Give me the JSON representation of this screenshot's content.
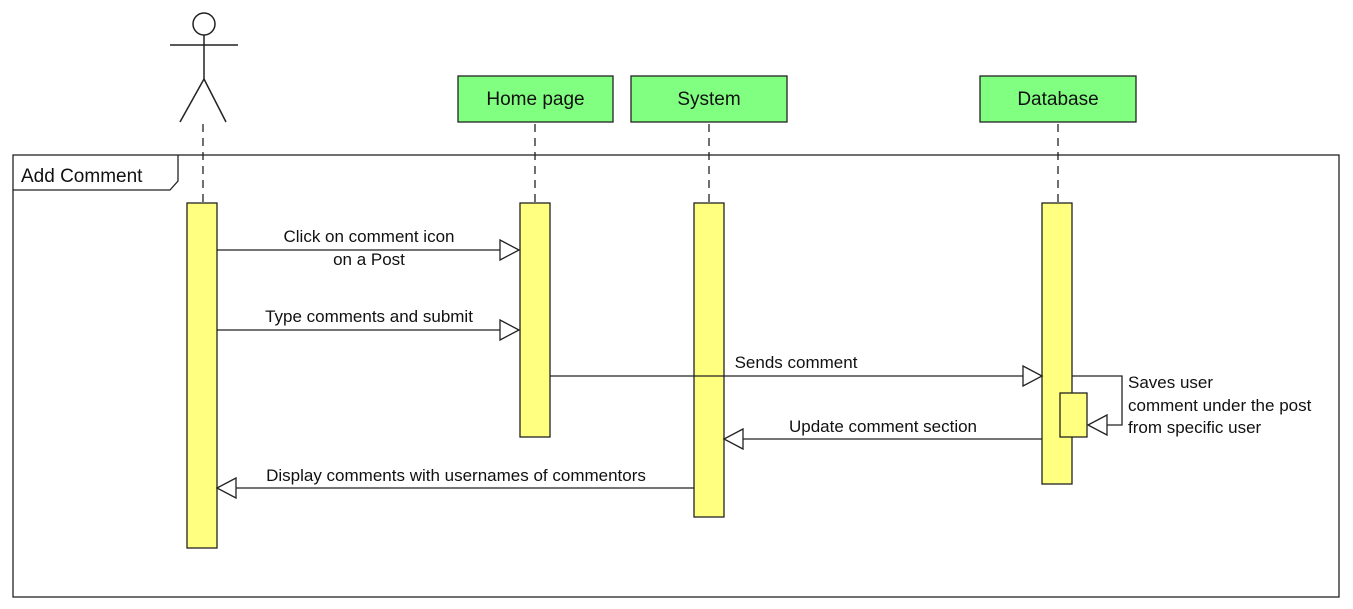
{
  "diagram": {
    "frame": {
      "label": "Add Comment"
    },
    "participants": [
      {
        "id": "actor",
        "label": ""
      },
      {
        "id": "home",
        "label": "Home page"
      },
      {
        "id": "system",
        "label": "System"
      },
      {
        "id": "db",
        "label": "Database"
      }
    ],
    "messages": [
      {
        "id": "m1",
        "lines": [
          "Click on comment icon",
          "on a Post"
        ]
      },
      {
        "id": "m2",
        "lines": [
          "Type comments and submit"
        ]
      },
      {
        "id": "m3",
        "lines": [
          "Sends comment"
        ]
      },
      {
        "id": "m4",
        "lines": [
          "Saves user",
          "comment under the post",
          "from specific user"
        ]
      },
      {
        "id": "m5",
        "lines": [
          "Update comment section"
        ]
      },
      {
        "id": "m6",
        "lines": [
          "Display comments with usernames of commentors"
        ]
      }
    ],
    "colors": {
      "participant_fill": "#80FF80",
      "activation_fill": "#FFFF80",
      "line": "#000000"
    }
  }
}
